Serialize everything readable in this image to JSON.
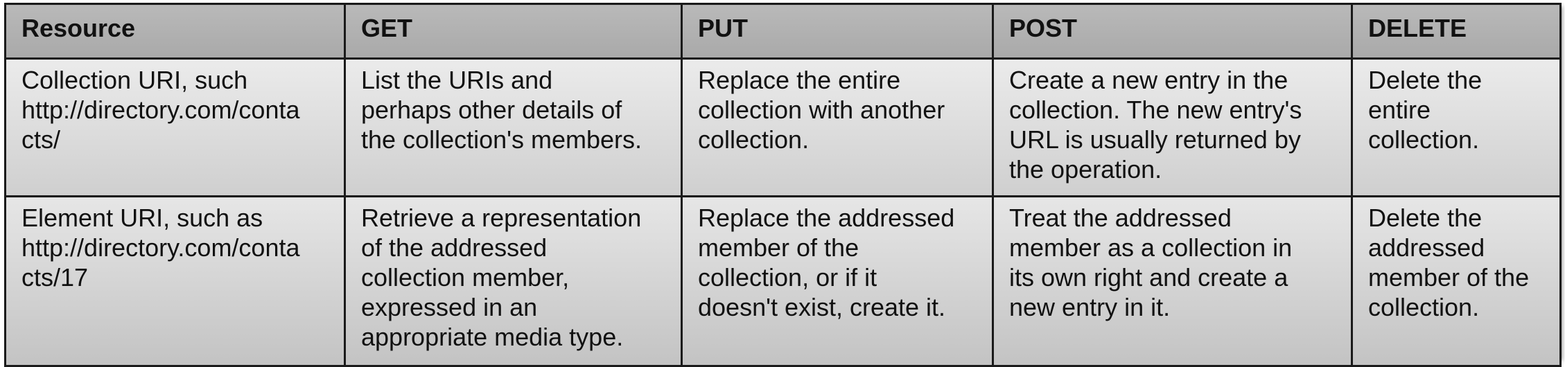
{
  "table": {
    "headers": [
      "Resource",
      "GET",
      "PUT",
      "POST",
      "DELETE"
    ],
    "rows": [
      [
        [
          "Collection URI, such",
          "http://directory.com/conta",
          "cts/"
        ],
        [
          "List the URIs and",
          "perhaps other details of",
          "the collection's members."
        ],
        [
          "Replace the entire",
          "collection with another",
          "collection."
        ],
        [
          "Create a new entry in the",
          "collection. The new entry's",
          "URL is usually returned by",
          "the operation."
        ],
        [
          "Delete the",
          "entire",
          "collection."
        ]
      ],
      [
        [
          "Element URI, such as",
          "http://directory.com/conta",
          "cts/17"
        ],
        [
          "Retrieve a representation",
          "of the addressed",
          "collection member,",
          "expressed in an",
          "appropriate media type."
        ],
        [
          "Replace the addressed",
          "member of the",
          "collection, or if it",
          "doesn't exist, create it."
        ],
        [
          "Treat the addressed",
          "member as a collection in",
          "its own right and create a",
          "new entry in it."
        ],
        [
          "Delete the",
          "addressed",
          "member of the",
          "collection."
        ]
      ]
    ]
  }
}
